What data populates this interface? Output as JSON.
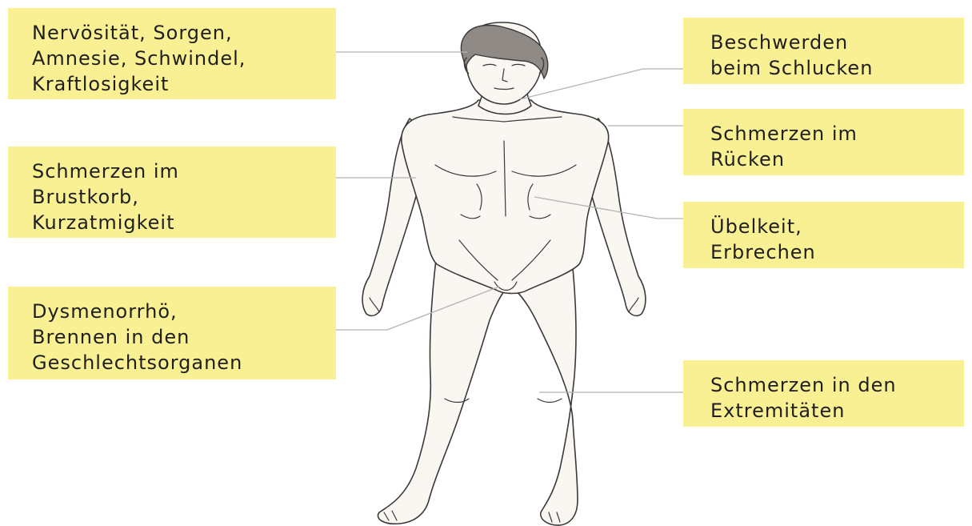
{
  "colors": {
    "label_background": "#f8f092",
    "skin": "#faf6f1",
    "outline": "#3a3a3a",
    "hair": "#8f8a85",
    "leader_line": "#b3b3b3"
  },
  "labels": {
    "psych": [
      "Nervösität, Sorgen,",
      "Amnesie, Schwindel,",
      "Kraftlosigkeit"
    ],
    "chest": [
      "Schmerzen im",
      "Brustkorb,",
      "Kurzatmigkeit"
    ],
    "genital": [
      "Dysmenorrhö,",
      "Brennen in den",
      "Geschlechtsorganen"
    ],
    "swallow": [
      "Beschwerden",
      "beim Schlucken"
    ],
    "back": [
      "Schmerzen im",
      "Rücken"
    ],
    "nausea": [
      "Übelkeit,",
      "Erbrechen"
    ],
    "limbs": [
      "Schmerzen in den",
      "Extremitäten"
    ]
  }
}
